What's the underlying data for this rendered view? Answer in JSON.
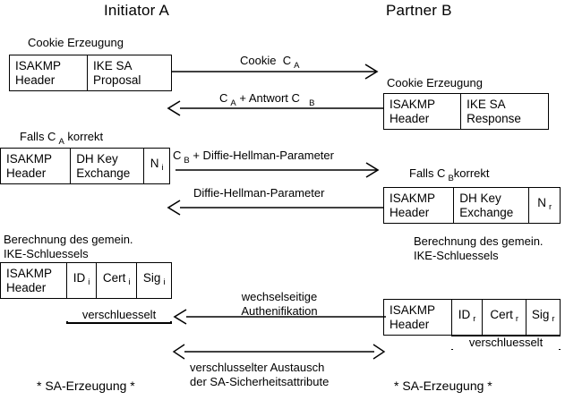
{
  "diagram": {
    "title_left": "Initiator A",
    "title_right": "Partner B",
    "colors": {
      "line": "#000000",
      "background": "#ffffff"
    },
    "left_column": {
      "phase1_label": "Cookie Erzeugung",
      "phase1_box": [
        {
          "line1": "ISAKMP",
          "line2": "Header"
        },
        {
          "line1": "IKE SA",
          "line2": "Proposal"
        }
      ],
      "phase2_label_pre": "Falls C",
      "phase2_label_sub": "A",
      "phase2_label_post": " korrekt",
      "phase2_box": [
        {
          "line1": "ISAKMP",
          "line2": "Header"
        },
        {
          "line1": "DH Key",
          "line2": "Exchange"
        },
        {
          "line1": "N",
          "sub": "i"
        }
      ],
      "phase3_label_line1": "Berechnung des gemein.",
      "phase3_label_line2": "IKE-Schluessels",
      "phase3_box": [
        {
          "line1": "ISAKMP",
          "line2": "Header"
        },
        {
          "line1": "ID",
          "sub": "i"
        },
        {
          "line1": "Cert",
          "sub": "i"
        },
        {
          "line1": "Sig",
          "sub": "i"
        }
      ],
      "encrypted_bracket": "verschluesselt",
      "footer": "* SA-Erzeugung *"
    },
    "right_column": {
      "phase1_label": "Cookie Erzeugung",
      "phase1_box": [
        {
          "line1": "ISAKMP",
          "line2": "Header"
        },
        {
          "line1": "IKE SA",
          "line2": "Response"
        }
      ],
      "phase2_label_pre": "Falls C",
      "phase2_label_sub": "B",
      "phase2_label_post": "korrekt",
      "phase2_box": [
        {
          "line1": "ISAKMP",
          "line2": "Header"
        },
        {
          "line1": "DH Key",
          "line2": "Exchange"
        },
        {
          "line1": "N",
          "sub": "r"
        }
      ],
      "phase3_label_line1": "Berechnung des gemein.",
      "phase3_label_line2": "IKE-Schluessels",
      "phase3_box": [
        {
          "line1": "ISAKMP",
          "line2": "Header"
        },
        {
          "line1": "ID",
          "sub": "r"
        },
        {
          "line1": "Cert",
          "sub": "r"
        },
        {
          "line1": "Sig",
          "sub": "r"
        }
      ],
      "encrypted_bracket": "verschluesselt",
      "footer": "* SA-Erzeugung *"
    },
    "messages": [
      {
        "id": "msg1",
        "direction": "right",
        "label_main": "Cookie",
        "label_sym": "C",
        "label_sub": "A"
      },
      {
        "id": "msg2",
        "direction": "left",
        "label_sym1": "C",
        "label_sub1": "A",
        "label_mid": " + Antwort C",
        "label_sub2": "B"
      },
      {
        "id": "msg3",
        "direction": "right",
        "label_sym": "C",
        "label_sub": "B",
        "label_main": " + Diffie-Hellman-Parameter"
      },
      {
        "id": "msg4",
        "direction": "left",
        "label_main": "Diffie-Hellman-Parameter"
      },
      {
        "id": "msg5",
        "direction": "left",
        "label_line1": "wechselseitige",
        "label_line2": "Authenifikation"
      },
      {
        "id": "msg6",
        "direction": "both",
        "label_line1": "verschlusselter Austausch",
        "label_line2": "der SA-Sicherheitsattribute"
      }
    ]
  }
}
